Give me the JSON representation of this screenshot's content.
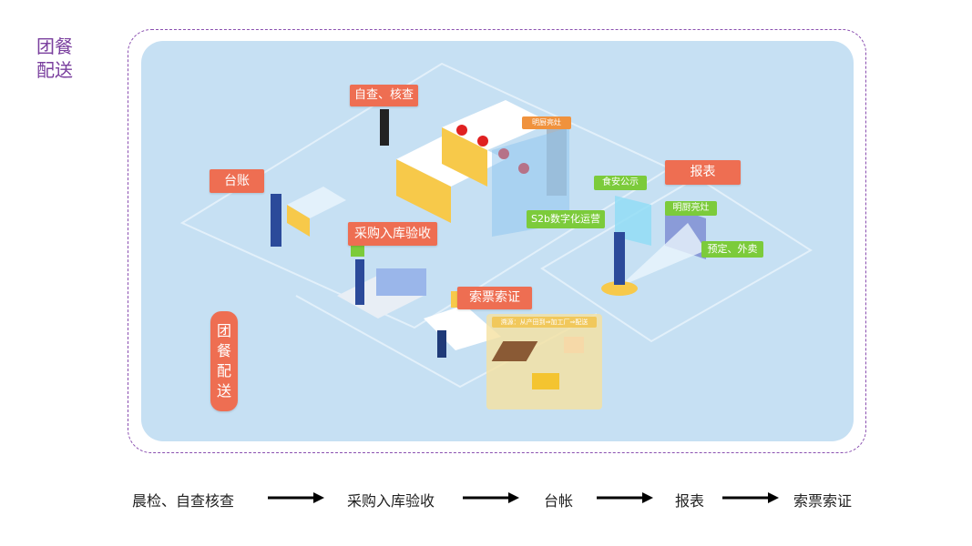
{
  "title": {
    "line1": "团餐",
    "line2": "配送"
  },
  "diagram": {
    "labels": {
      "self_check": "自查、核查",
      "ledger": "台账",
      "purchase": "采购入库验收",
      "ticket": "索票索证",
      "report": "报表",
      "group_meal_vertical": [
        "团",
        "餐",
        "配",
        "送"
      ]
    },
    "small_tags": {
      "open_kitchen_orange": "明厨亮灶",
      "food_safety": "食安公示",
      "s2b": "S2b数字化运营",
      "open_kitchen_green": "明厨亮灶",
      "order_delivery": "预定、外卖"
    },
    "trace_panel": {
      "header": "溯源：从产田到⇒加工厂⇒配送"
    }
  },
  "flow": {
    "steps": [
      "晨检、自查核查",
      "采购入库验收",
      "台帐",
      "报表",
      "索票索证"
    ]
  },
  "colors": {
    "accent": "#ee6e52",
    "green": "#7ccb3b",
    "purple": "#7a3f9e",
    "panel": "#c6e0f3"
  }
}
